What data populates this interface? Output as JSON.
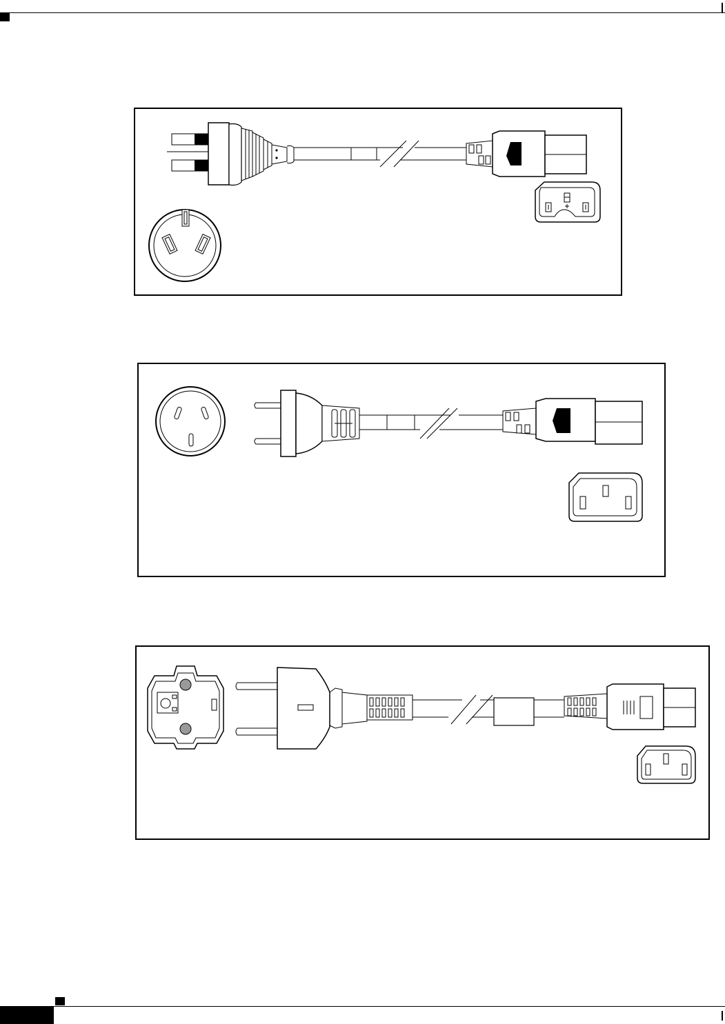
{
  "page": {
    "header_marker": "",
    "footer_page_box": ""
  },
  "figures": [
    {
      "id": "figure-1",
      "plug_type": "3-prong plug with IEC C13 connector"
    },
    {
      "id": "figure-2",
      "plug_type": "3-pin round plug with IEC C13 connector"
    },
    {
      "id": "figure-3",
      "plug_type": "Schuko plug with IEC C13 connector"
    }
  ]
}
